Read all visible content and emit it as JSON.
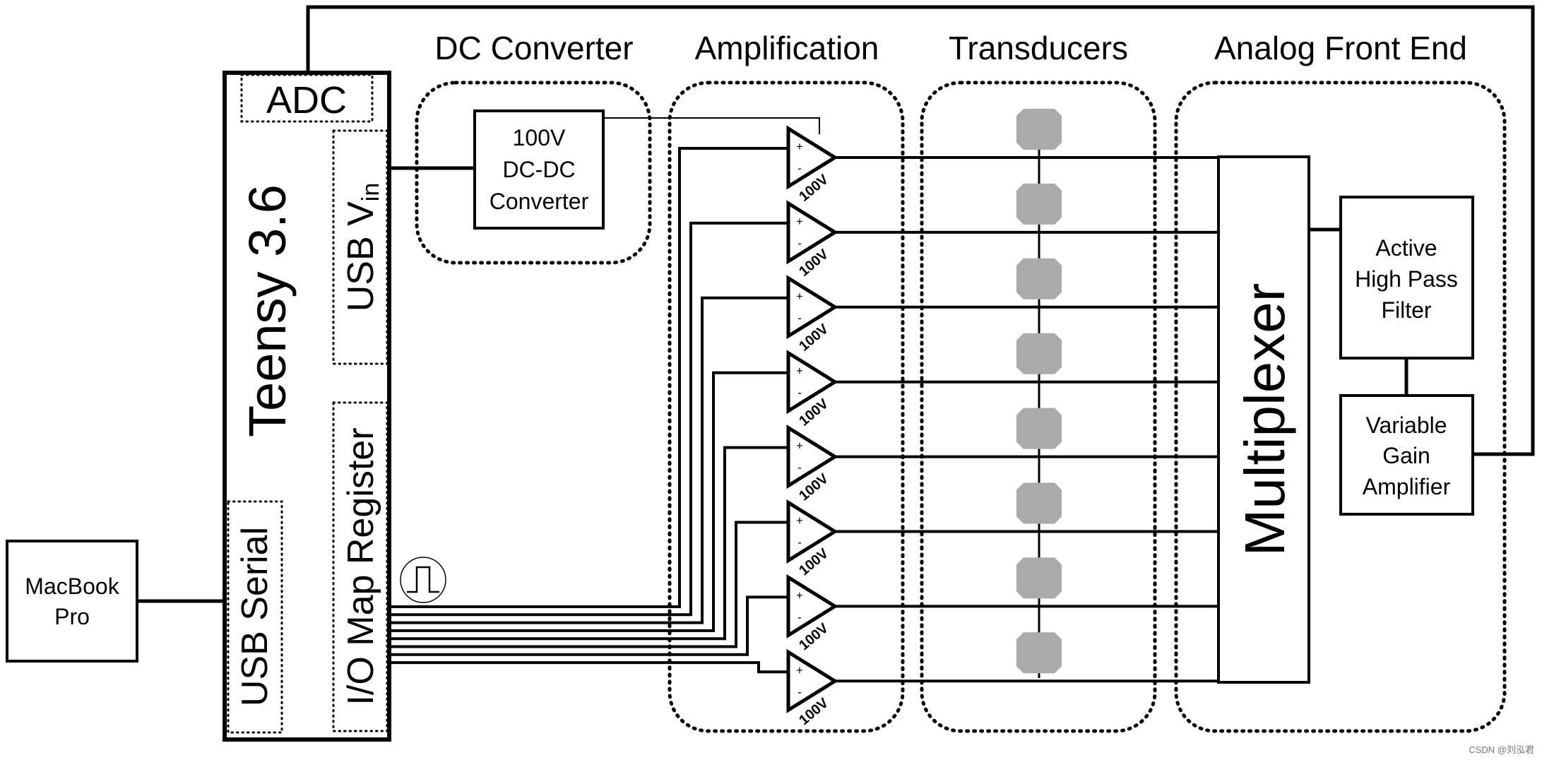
{
  "sections": {
    "dc_converter": "DC Converter",
    "amplification": "Amplification",
    "transducers": "Transducers",
    "analog_front_end": "Analog Front End"
  },
  "macbook": {
    "line1": "MacBook",
    "line2": "Pro"
  },
  "teensy": {
    "title": "Teensy 3.6",
    "adc": "ADC",
    "usb_vin_main": "USB V",
    "usb_vin_sub": "in",
    "usb_serial": "USB Serial",
    "io_map": "I/O Map Register"
  },
  "converter": {
    "line1": "100V",
    "line2": "DC-DC",
    "line3": "Converter"
  },
  "amplifier": {
    "plus": "+",
    "minus": "-",
    "voltage": "100V",
    "count": 8
  },
  "transducer_count": 8,
  "multiplexer": "Multiplexer",
  "hpf": {
    "line1": "Active",
    "line2": "High Pass",
    "line3": "Filter"
  },
  "vga": {
    "line1": "Variable",
    "line2": "Gain",
    "line3": "Amplifier"
  },
  "watermark": "CSDN @刘泓君",
  "icons": {
    "pulse": "square-pulse-icon"
  },
  "colors": {
    "transducer_fill": "#aaaaaa",
    "stroke": "#000000"
  }
}
